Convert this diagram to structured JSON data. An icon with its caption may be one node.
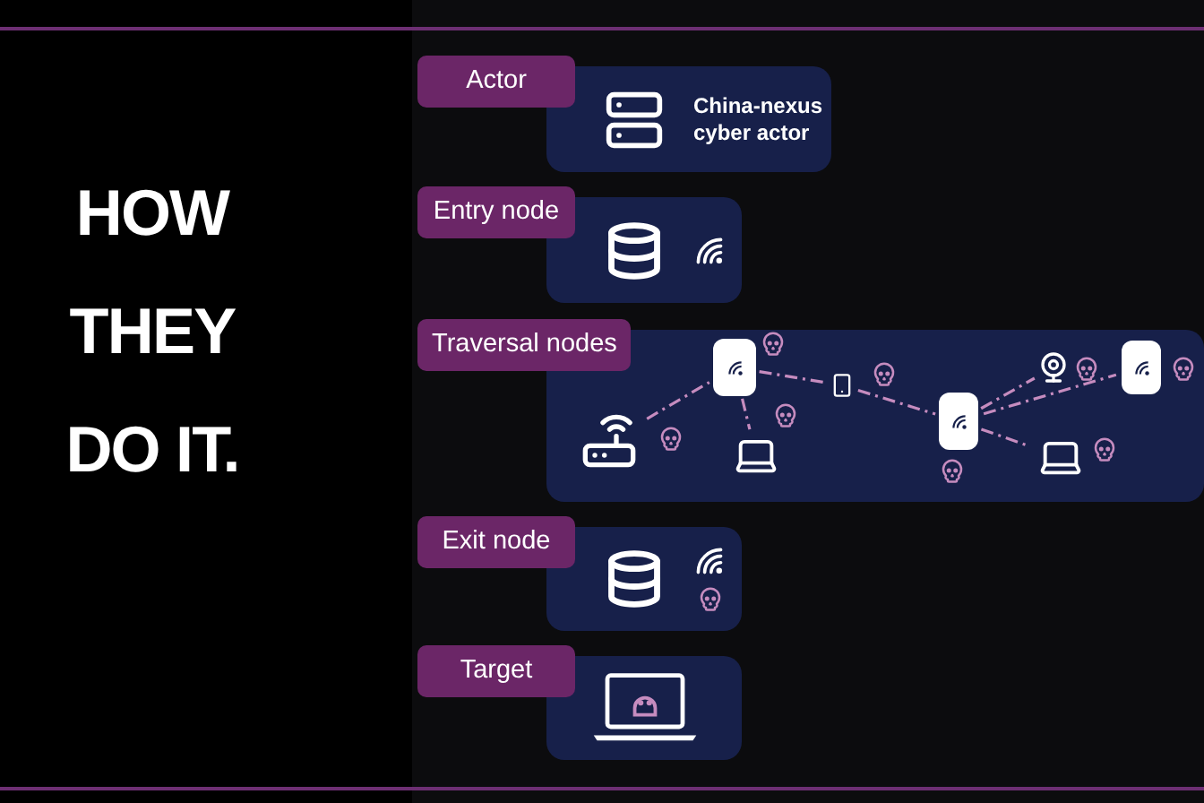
{
  "diagram": {
    "title": "HOW THEY DO IT.",
    "nodes": [
      {
        "text": [
          "Actor",
          "China-nexus cyber actor"
        ]
      },
      {
        "text": [
          "Entry node"
        ]
      },
      {
        "text": [
          "Traversal nodes"
        ]
      },
      {
        "text": [
          "Exit node"
        ]
      },
      {
        "text": [
          "Target"
        ]
      },
      {
        "text": [],
        "shape": "picture",
        "in": 2
      },
      {
        "text": [],
        "shape": "cylinder",
        "in": 2
      },
      {
        "text": [],
        "shape": "picture",
        "in": 2
      },
      {
        "text": [],
        "shape": "picture",
        "in": 2
      },
      {
        "text": [],
        "shape": "cylinder",
        "in": 2
      },
      {
        "text": [],
        "shape": "picture",
        "in": 2
      },
      {
        "text": [],
        "shape": "picture",
        "in": 2
      },
      {
        "text": [],
        "shape": "cylinder",
        "in": 2
      }
    ],
    "edges": [
      {
        "from": 5,
        "to": 6,
        "arrow": "none",
        "style": "dashed"
      },
      {
        "from": 6,
        "to": 7,
        "arrow": "none",
        "style": "dashed"
      },
      {
        "from": 6,
        "to": 8,
        "arrow": "none",
        "style": "dashed"
      },
      {
        "from": 8,
        "to": 9,
        "arrow": "none",
        "style": "dashed"
      },
      {
        "from": 9,
        "to": 10,
        "arrow": "none",
        "style": "dashed"
      },
      {
        "from": 9,
        "to": 12,
        "arrow": "none",
        "style": "dashed"
      },
      {
        "from": 9,
        "to": 11,
        "arrow": "none",
        "style": "dashed"
      }
    ]
  }
}
